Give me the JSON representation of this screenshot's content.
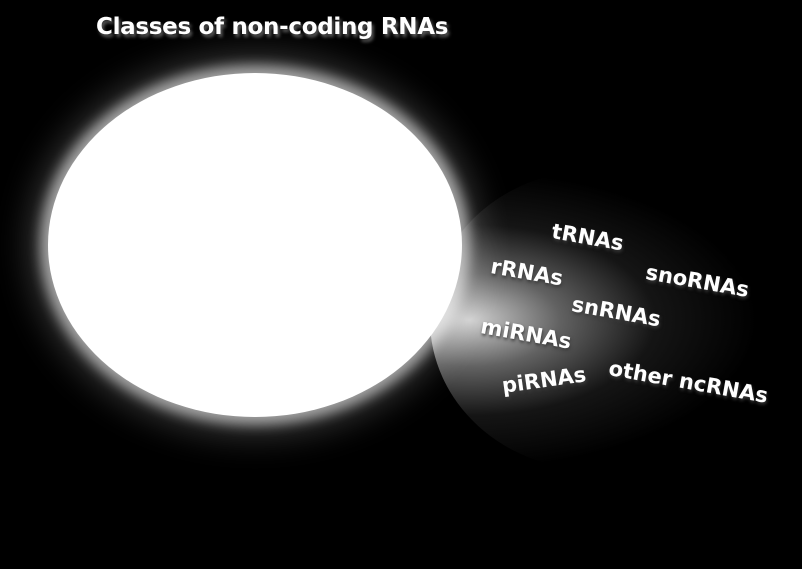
{
  "title": "Classes of non-coding RNAs",
  "labels": {
    "trna": "tRNAs",
    "snorna": "snoRNAs",
    "rrna": "rRNAs",
    "snrna": "snRNAs",
    "mirna": "miRNAs",
    "other": "other ncRNAs",
    "pirna": "piRNAs"
  }
}
